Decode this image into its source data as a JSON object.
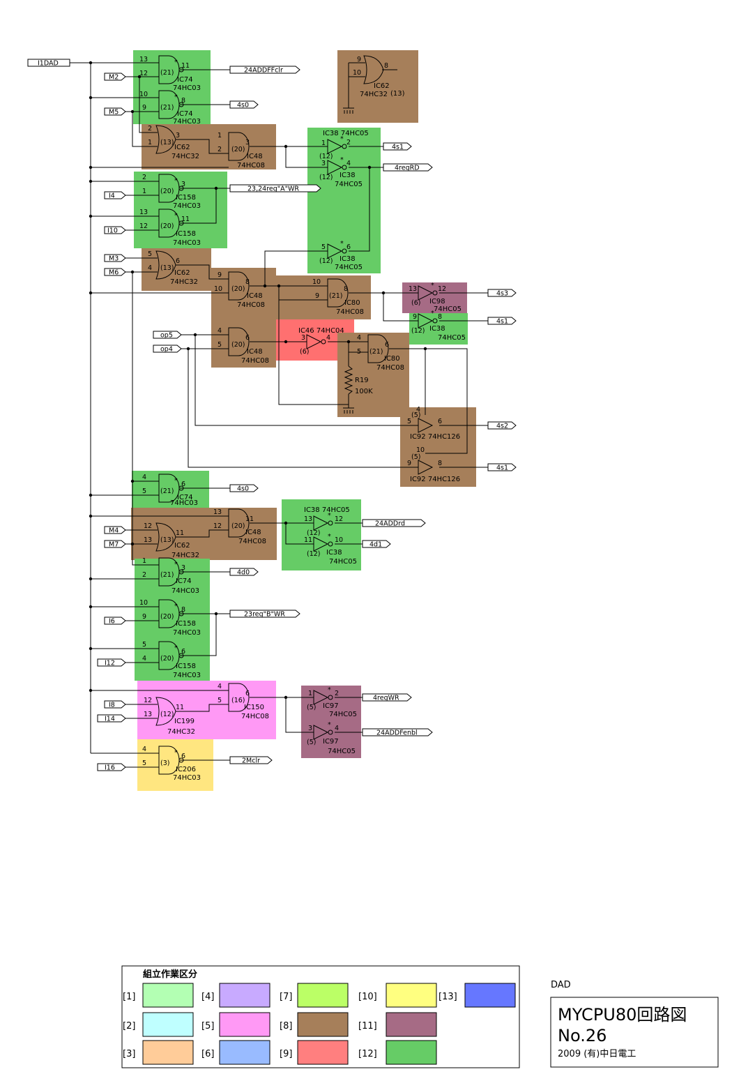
{
  "colors": {
    "green": "#66cc66",
    "brown": "#a67f5a",
    "red": "#ff7070",
    "pink": "#ff99f5",
    "purple": "#a66b85",
    "yellow": "#ffe680"
  },
  "inputs": {
    "i1dad": "I1DAD",
    "m2": "M2",
    "m5": "M5",
    "i4": "I4",
    "i10": "I10",
    "m3": "M3",
    "m6": "M6",
    "op5": "op5",
    "op4": "op4",
    "m4": "M4",
    "m7": "M7",
    "i6": "I6",
    "i12": "I12",
    "i8": "I8",
    "i14": "I14",
    "i16": "I16"
  },
  "outputs": {
    "o_24addffclr": "24ADDFFclr",
    "o_4s0_top": "4s0",
    "o_4s1_a": "4s1",
    "o_4regrd": "4regRD",
    "o_2324reg": "23,24reg\"A\"WR",
    "o_4s3": "4s3",
    "o_4s1_b": "4s1",
    "o_4s2": "4s2",
    "o_4s1_c": "4s1",
    "o_4s0_mid": "4s0",
    "o_24addrd": "24ADDrd",
    "o_4d1": "4d1",
    "o_4d0": "4d0",
    "o_23reg": "23reg\"B\"WR",
    "o_4regwr": "4regWR",
    "o_24addfenbl": "24ADDFenbl",
    "o_2mclr": "2Mclr"
  },
  "legend": {
    "title": "組立作業区分",
    "items": [
      {
        "label": "[1]",
        "color": "#b3ffb3"
      },
      {
        "label": "[2]",
        "color": "#bfffff"
      },
      {
        "label": "[3]",
        "color": "#ffcc99"
      },
      {
        "label": "[4]",
        "color": "#c8aaff"
      },
      {
        "label": "[5]",
        "color": "#ff99f5"
      },
      {
        "label": "[6]",
        "color": "#99bbff"
      },
      {
        "label": "[7]",
        "color": "#bbff66"
      },
      {
        "label": "[8]",
        "color": "#a67f5a"
      },
      {
        "label": "[9]",
        "color": "#ff7f7f"
      },
      {
        "label": "[10]",
        "color": "#ffff80"
      },
      {
        "label": "[11]",
        "color": "#a66b85"
      },
      {
        "label": "[12]",
        "color": "#66cc66"
      },
      {
        "label": "[13]",
        "color": "#6677ff"
      }
    ]
  },
  "titleblock": {
    "sheet_tag": "DAD",
    "title": "MYCPU80回路図",
    "number": "No.26",
    "company": "2009 (有)中日電工"
  }
}
